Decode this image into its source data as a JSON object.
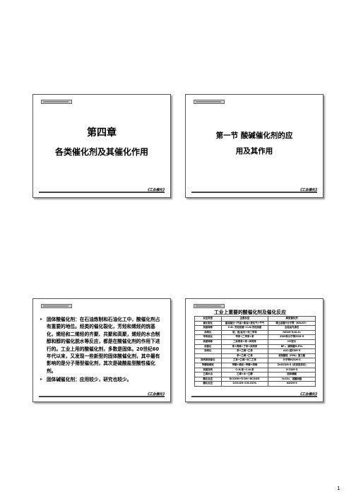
{
  "slide1": {
    "title_line1": "第四章",
    "title_line2": "各类催化剂及其催化作用",
    "logo": "《工业催化》"
  },
  "slide2": {
    "title_line1": "第一节  酸碱催化剂的应",
    "title_line2": "用及其作用",
    "logo": "《工业催化》"
  },
  "slide3": {
    "bullets": [
      "固体酸催化剂：在石油炼制和石油化工中，酸催化剂占有重要的地位。烃类的催化裂化，芳烃和烯烃的烷基化，烯烃和二烯烃的齐聚、共聚和高聚，烯烃的水合制醇和醇的催化脱水等反应，都是在酸催化剂的作用下进行的。工业上用的酸催化剂，多数是固体。20世纪60年代以来，又发现一些新型的固体酸催化剂，其中最有影响的是分子筛型催化剂，其次是硫酸盐型酸性催化剂。",
      "固体碱催化剂：应用较少，研究也较少。"
    ],
    "logo": "《工业催化》"
  },
  "slide4": {
    "title": "工业上重要的酸催化剂及催化反应",
    "headers": [
      "反应类型",
      "主要反应",
      "典型催化剂"
    ],
    "rows": [
      [
        "催化裂化",
        "重油馏分→汽油+柴油+液化气+干气",
        "稀土超稳Y分子筛（REUSY）"
      ],
      [
        "烷基转移",
        "C₂H₅ 芳烃烷基→C₂H₅芳烃烷基",
        "全硅丝光沸石"
      ],
      [
        "异构化",
        "铂、铂/丝光→邻二甲苯",
        "HZSM-5/Al₂O₃"
      ],
      [
        "甲苯歧化",
        "甲苯→二甲苯+苯",
        "ZSM系分子筛ZSM-5"
      ],
      [
        "烷基转移",
        "二异丙苯+苯→异丙苯",
        "HY型分"
      ],
      [
        "烷基化",
        "苯+丙烯→丁苯+异丙苯",
        "BF₃、磷钨酸H₃PO₄"
      ],
      [
        "异构化",
        "苯+乙烯→乙苯",
        "AlCl₃或ZSM-5"
      ],
      [
        "",
        "苯+乙烯→乙苯",
        "液相酸性（PPA）第三酸"
      ],
      [
        "异丙苯烷基化",
        "乙苯+乙烯→对二乙苯",
        "分子筛HZSM-5"
      ],
      [
        "甲醇制烯烃",
        "甲醇+烯烃→甲醇+丙烯",
        "ZnHZSM-5 (改进型沸石)"
      ],
      [
        "烷基异构",
        "C₂H₅苯→C₂H₅苯",
        "H-ZSM-5"
      ],
      [
        "乙烯水合",
        "乙烯+水→乙醇",
        "固体磷酸"
      ],
      [
        "酯化反应",
        "RCOOH+R'OH→RCOOR'",
        "H₂SO₄、强酸树脂"
      ],
      [
        "醚化反应",
        "2CH₃OH→CH₃OCH₃",
        "HZSM-5"
      ]
    ],
    "logo": "《工业催化》"
  },
  "page": {
    "number": "1"
  }
}
